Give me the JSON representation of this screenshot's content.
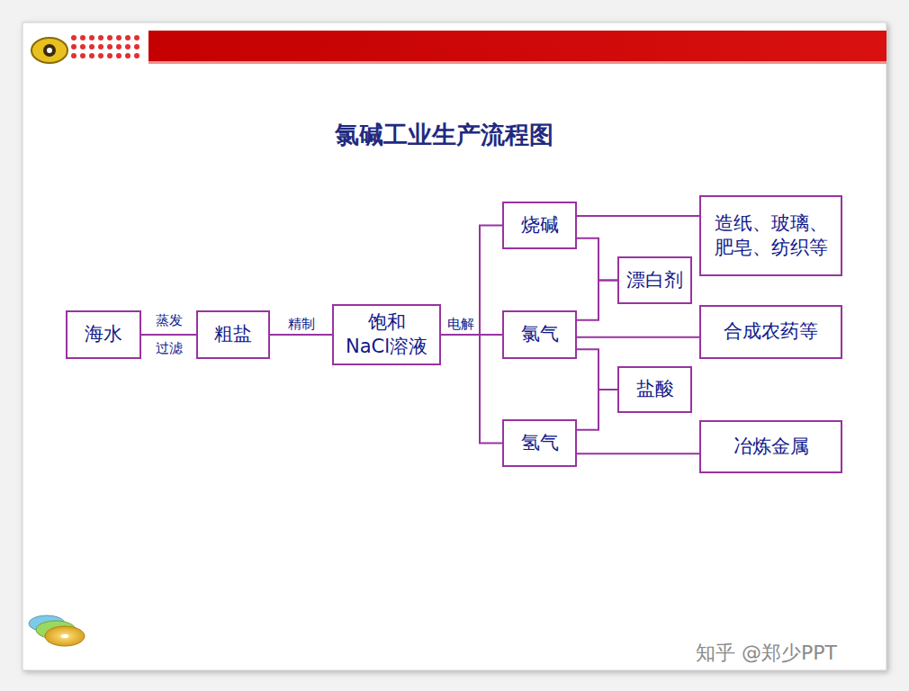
{
  "diagram": {
    "title": "氯碱工业生产流程图",
    "nodes": [
      {
        "text": [
          "海水"
        ]
      },
      {
        "text": [
          "粗盐"
        ]
      },
      {
        "text": [
          "饱和 NaCl溶液"
        ]
      },
      {
        "text": [
          "烧碱"
        ]
      },
      {
        "text": [
          "氯气"
        ]
      },
      {
        "text": [
          "氢气"
        ]
      },
      {
        "text": [
          "造纸、玻璃、 肥皂、纺织等"
        ]
      },
      {
        "text": [
          "漂白剂"
        ]
      },
      {
        "text": [
          "合成农药等"
        ]
      },
      {
        "text": [
          "盐酸"
        ]
      },
      {
        "text": [
          "冶炼金属"
        ]
      }
    ],
    "edges": [
      {
        "from": 0,
        "to": 1,
        "label": "蒸发 过滤",
        "arrow": "none"
      },
      {
        "from": 1,
        "to": 2,
        "label": "精制",
        "arrow": "none"
      },
      {
        "from": 2,
        "to": 3,
        "arrow": "none"
      },
      {
        "from": 2,
        "to": 4,
        "label": "电解",
        "arrow": "none"
      },
      {
        "from": 2,
        "to": 5,
        "arrow": "none"
      },
      {
        "from": 3,
        "to": 6,
        "arrow": "none"
      },
      {
        "from": 3,
        "to": 7,
        "arrow": "none"
      },
      {
        "from": 4,
        "to": 7,
        "arrow": "none"
      },
      {
        "from": 4,
        "to": 8,
        "arrow": "none"
      },
      {
        "from": 4,
        "to": 9,
        "arrow": "none"
      },
      {
        "from": 5,
        "to": 9,
        "arrow": "none"
      },
      {
        "from": 5,
        "to": 10,
        "arrow": "none"
      }
    ],
    "labels": [
      "知乎 @郑少PPT"
    ]
  }
}
